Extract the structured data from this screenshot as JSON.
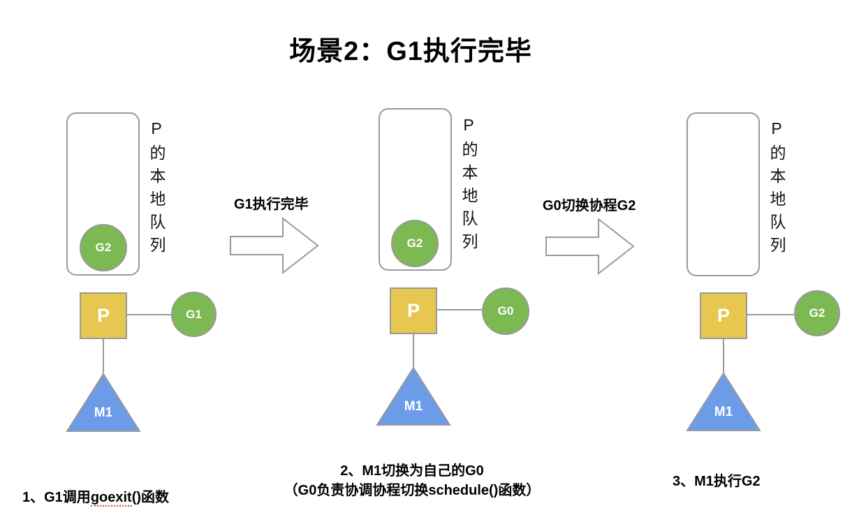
{
  "title": "场景2：G1执行完毕",
  "colors": {
    "p-yellow": "#E7C750",
    "g-green": "#7CB953",
    "m-blue": "#6C9CE8",
    "stroke-gray": "#999999",
    "text-black": "#000000",
    "squiggle-red": "#E0442B"
  },
  "panels": [
    {
      "queue_label": "P的本地队列",
      "queued_g": "G2",
      "p_label": "P",
      "linked_g": "G1",
      "m_label": "M1"
    },
    {
      "queue_label": "P的本地队列",
      "queued_g": "G2",
      "p_label": "P",
      "linked_g": "G0",
      "m_label": "M1"
    },
    {
      "queue_label": "P的本地队列",
      "p_label": "P",
      "linked_g": "G2",
      "m_label": "M1"
    }
  ],
  "arrows": [
    {
      "label": "G1执行完毕"
    },
    {
      "label": "G0切换协程G2"
    }
  ],
  "captions": {
    "step1": {
      "prefix": "1、G1调用",
      "underlined": "goexit",
      "suffix": "()函数"
    },
    "step2": "2、M1切换为自己的G0\n（G0负责协调协程切换schedule()函数）",
    "step3": "3、M1执行G2"
  }
}
